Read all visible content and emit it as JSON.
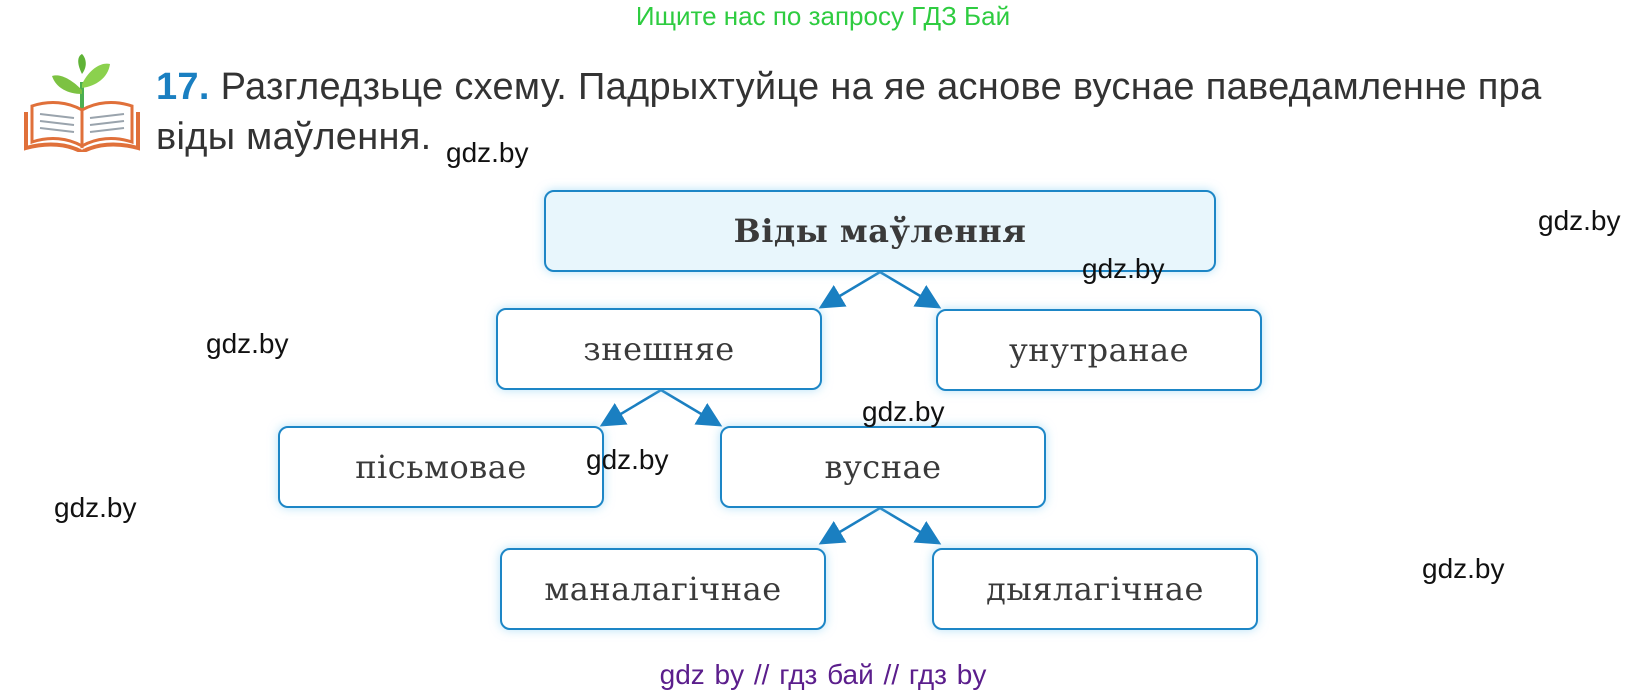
{
  "header": {
    "note": "Ищите нас по запросу ГДЗ Бай"
  },
  "icon": "open-book-with-sprout-icon",
  "task": {
    "number": "17.",
    "text": "Разгледзьце схему. Падрыхтуйце на яе аснове вуснае паведамленне пра віды маўлення."
  },
  "diagram": {
    "root": "Віды маўлення",
    "external": "знешняе",
    "internal": "унутранае",
    "written": "пісьмовае",
    "oral": "вуснае",
    "monologic": "маналагічнае",
    "dialogic": "дыялагічнае"
  },
  "watermarks": [
    "gdz.by",
    "gdz.by",
    "gdz.by",
    "gdz.by",
    "gdz.by",
    "gdz.by",
    "gdz.by",
    "gdz.by"
  ],
  "footer": {
    "note": "gdz by  //  гдз бай  //  гдз by"
  },
  "colors": {
    "accent_blue": "#1a7fc1",
    "header_green": "#2ecc40",
    "footer_purple": "#5b1e8c",
    "root_fill": "#e8f6fc"
  }
}
